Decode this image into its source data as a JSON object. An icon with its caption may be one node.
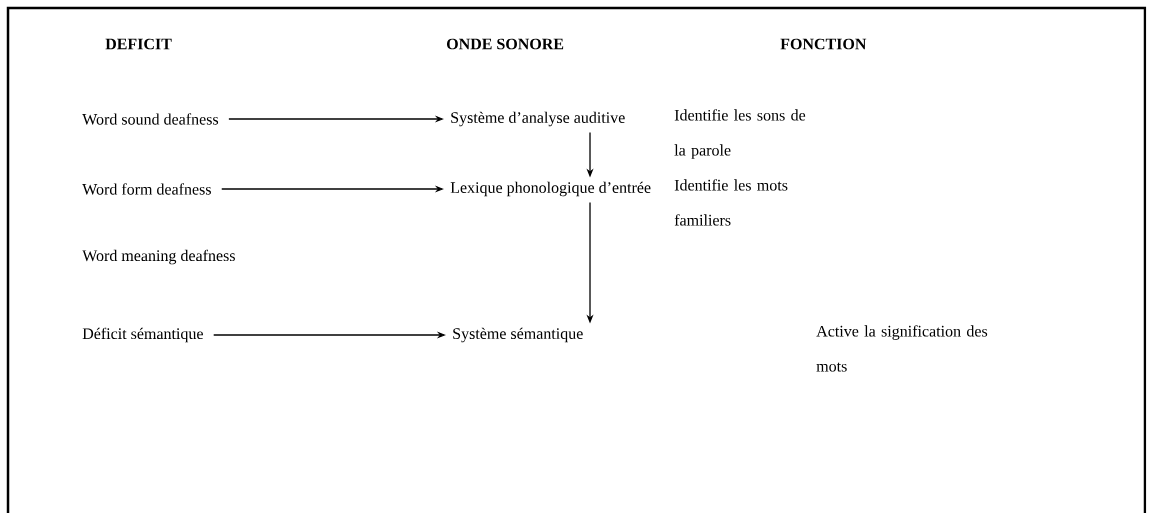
{
  "diagram": {
    "nodes": [
      {
        "text": [
          "Word sound deafness"
        ]
      },
      {
        "text": [
          "Système d’analyse auditive"
        ]
      },
      {
        "text": [
          "Word form deafness"
        ]
      },
      {
        "text": [
          "Lexique phonologique d’entrée"
        ]
      },
      {
        "text": [
          "Word meaning deafness"
        ]
      },
      {
        "text": [
          "Déficit sémantique"
        ]
      },
      {
        "text": [
          "Système sémantique"
        ]
      }
    ],
    "edges": [
      {
        "from": 0,
        "to": 1,
        "arrow": "to"
      },
      {
        "from": 1,
        "to": 3,
        "arrow": "to"
      },
      {
        "from": 2,
        "to": 3,
        "arrow": "to"
      },
      {
        "from": 3,
        "to": 6,
        "arrow": "to"
      },
      {
        "from": 5,
        "to": 6,
        "arrow": "to"
      }
    ],
    "labels": [
      "DEFICIT",
      "ONDE SONORE",
      "FONCTION",
      "Identifie les sons de la parole",
      "Identifie les mots familiers",
      "Active la signification des mots"
    ]
  }
}
